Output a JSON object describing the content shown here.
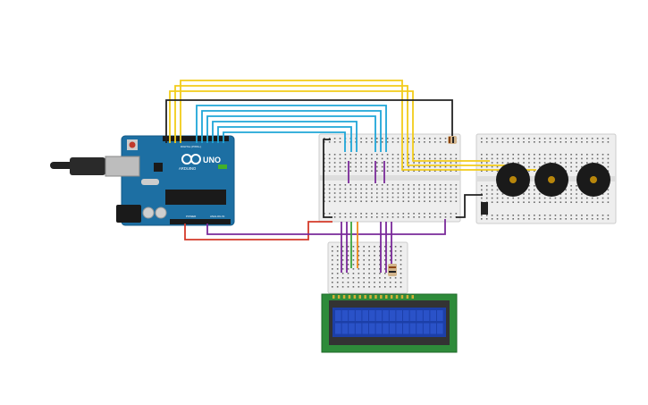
{
  "canvas": {
    "background": "#ffffff"
  },
  "arduino": {
    "brand": "ARDUINO",
    "model": "UNO",
    "digital_label": "DIGITAL (PWM~)",
    "power_label": "POWER",
    "analog_label": "ANALOG IN",
    "board_color": "#1d6fa3",
    "icon": "arduino-uno-board"
  },
  "lcd": {
    "screen_color": "#1c3fa8",
    "board_color": "#2e8b3a",
    "rows": 2,
    "cols": 16,
    "icon": "lcd-16x2"
  },
  "buzzers": {
    "count": 3,
    "icon": "piezo-buzzer"
  },
  "wire_colors": {
    "yellow": "#f2cc1a",
    "cyan": "#1fa6d8",
    "black": "#222222",
    "red": "#d43a2a",
    "purple": "#7a2a9a",
    "green": "#3aa53a",
    "orange": "#f08a1a"
  },
  "breadboard_colors": {
    "body": "#eeeeee",
    "rail_red": "#e04a3a",
    "rail_blue": "#3a6ad4",
    "hole": "#555555"
  }
}
